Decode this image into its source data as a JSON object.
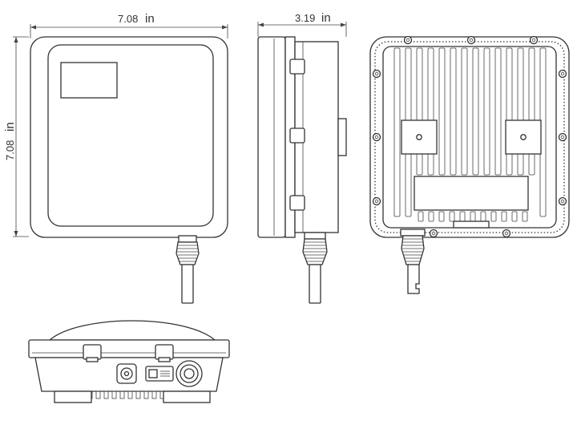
{
  "dimensions": {
    "front_width": {
      "value": "7.08",
      "unit": "in"
    },
    "front_height": {
      "value": "7.08",
      "unit": "in"
    },
    "side_depth": {
      "value": "3.19",
      "unit": "in"
    }
  },
  "colors": {
    "line": "#333333",
    "background": "#ffffff"
  },
  "icons": {
    "port_dc": "dc-power-port-icon",
    "port_ethernet": "ethernet-port-icon",
    "port_antenna": "antenna-connector-icon"
  }
}
